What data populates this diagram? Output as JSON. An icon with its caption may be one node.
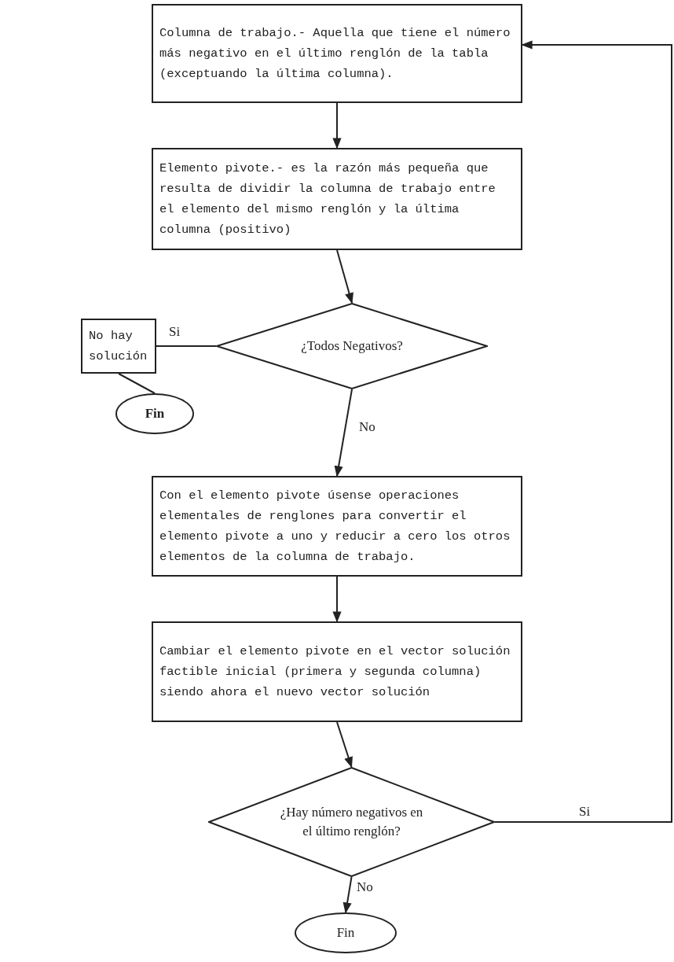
{
  "diagram": {
    "nodes": [
      {
        "text": [
          "Columna de trabajo.- Aquella que tiene el número más negativo en el último renglón de la tabla (exceptuando la última columna)."
        ]
      },
      {
        "text": [
          "Elemento pivote.- es la razón más pequeña que resulta de dividir la columna de trabajo entre el elemento del mismo renglón y la última columna (positivo)"
        ]
      },
      {
        "text": [
          "¿Todos Negativos?"
        ]
      },
      {
        "text": [
          "No hay solución"
        ]
      },
      {
        "text": [
          "Fin"
        ]
      },
      {
        "text": [
          "Con el elemento pivote úsense operaciones elementales de renglones para convertir el elemento pivote a uno y reducir a cero los otros elementos de la columna de trabajo."
        ]
      },
      {
        "text": [
          "Cambiar el elemento pivote en el vector solución factible inicial (primera y segunda columna) siendo ahora el nuevo vector solución"
        ]
      },
      {
        "text": [
          "¿Hay número negativos en el último renglón?"
        ]
      },
      {
        "text": [
          "Fin"
        ]
      }
    ],
    "edges": [
      {
        "from": 0,
        "to": 1,
        "arrow": "to"
      },
      {
        "from": 1,
        "to": 2,
        "arrow": "to"
      },
      {
        "from": 2,
        "to": 3,
        "arrow": "none",
        "label": "Si"
      },
      {
        "from": 3,
        "to": 4,
        "arrow": "none"
      },
      {
        "from": 2,
        "to": 5,
        "arrow": "to",
        "label": "No"
      },
      {
        "from": 5,
        "to": 6,
        "arrow": "to"
      },
      {
        "from": 6,
        "to": 7,
        "arrow": "to"
      },
      {
        "from": 7,
        "to": 8,
        "arrow": "to",
        "label": "No"
      },
      {
        "from": 7,
        "to": 0,
        "arrow": "to",
        "label": "Si"
      }
    ]
  }
}
